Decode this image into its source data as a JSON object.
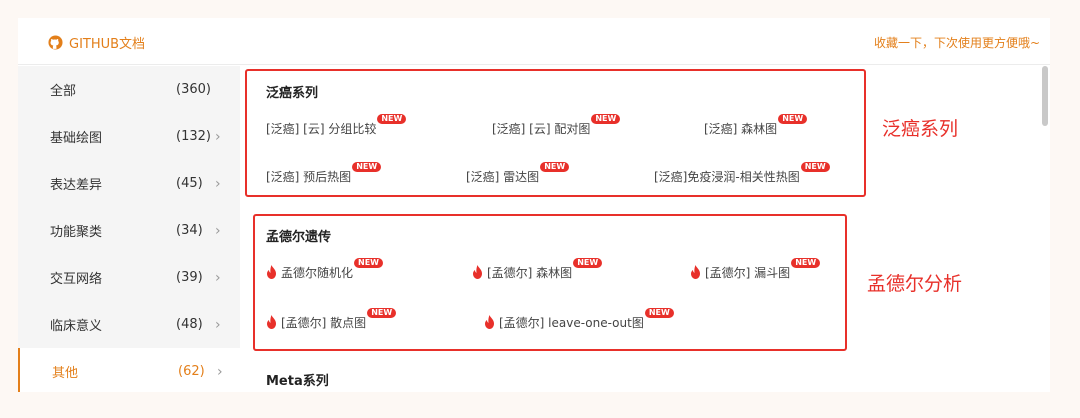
{
  "header": {
    "brand_label": "GITHUB文档",
    "favorite_text": "收藏一下，下次使用更方便哦~"
  },
  "sidebar": {
    "items": [
      {
        "label": "全部",
        "count": "(360)",
        "chevron": ""
      },
      {
        "label": "基础绘图",
        "count": "(132)",
        "chevron": "›"
      },
      {
        "label": "表达差异",
        "count": "(45)",
        "chevron": "›"
      },
      {
        "label": "功能聚类",
        "count": "(34)",
        "chevron": "›"
      },
      {
        "label": "交互网络",
        "count": "(39)",
        "chevron": "›"
      },
      {
        "label": "临床意义",
        "count": "(48)",
        "chevron": "›"
      },
      {
        "label": "其他",
        "count": "(62)",
        "chevron": "›"
      }
    ],
    "active_index": 6
  },
  "sections": {
    "pan_cancer": {
      "title": "泛癌系列",
      "links": [
        {
          "label": "[泛癌] [云] 分组比较",
          "badge": "NEW"
        },
        {
          "label": "[泛癌] [云] 配对图",
          "badge": "NEW"
        },
        {
          "label": "[泛癌] 森林图",
          "badge": "NEW"
        },
        {
          "label": "[泛癌] 预后热图",
          "badge": "NEW"
        },
        {
          "label": "[泛癌] 雷达图",
          "badge": "NEW"
        },
        {
          "label": "[泛癌]免疫浸润-相关性热图",
          "badge": "NEW"
        }
      ]
    },
    "mendelian": {
      "title": "孟德尔遗传",
      "links": [
        {
          "label": "孟德尔随机化",
          "badge": "NEW"
        },
        {
          "label": "[孟德尔] 森林图",
          "badge": "NEW"
        },
        {
          "label": "[孟德尔] 漏斗图",
          "badge": "NEW"
        },
        {
          "label": "[孟德尔] 散点图",
          "badge": "NEW"
        },
        {
          "label": "[孟德尔] leave-one-out图",
          "badge": "NEW"
        }
      ]
    },
    "meta": {
      "title": "Meta系列"
    }
  },
  "annotations": {
    "pan_cancer": "泛癌系列",
    "mendelian": "孟德尔分析"
  },
  "colors": {
    "accent": "#e37f1a",
    "highlight": "#e8302a",
    "badge": "#e8302a"
  },
  "icons": {
    "brand": "github-icon",
    "hot": "fire-icon",
    "chevron": "chevron-right-icon"
  }
}
